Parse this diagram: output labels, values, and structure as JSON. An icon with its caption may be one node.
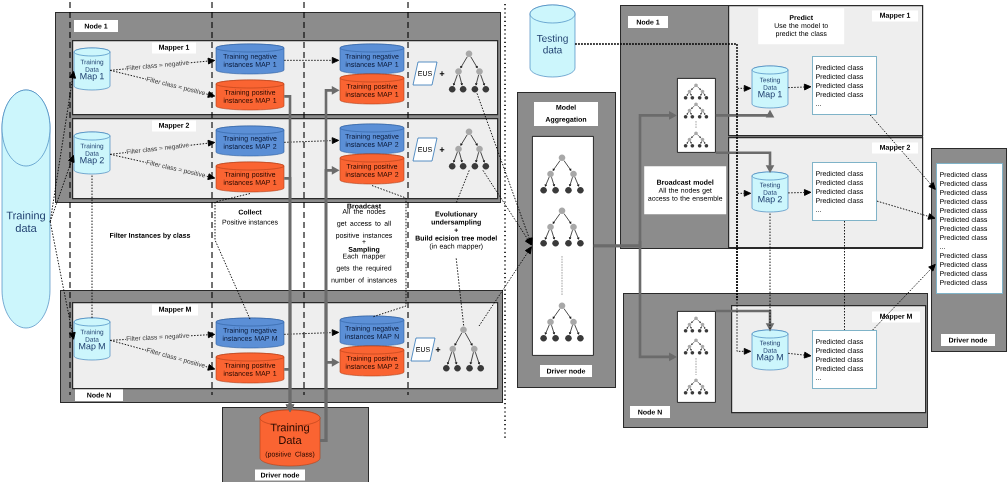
{
  "diagram": {
    "nodes": [
      {
        "text": [
          "Training data"
        ]
      },
      {
        "text": [
          "Node 1"
        ]
      },
      {
        "text": [
          "Mapper 1"
        ],
        "in": 1
      },
      {
        "text": [
          "Training Data",
          "Map 1"
        ],
        "in": 2
      },
      {
        "text": [
          "Training negative instances MAP 1"
        ],
        "in": 2
      },
      {
        "text": [
          "Training positive instances MAP 1"
        ],
        "in": 2
      },
      {
        "text": [
          "Training negative instances MAP 1"
        ],
        "in": 2
      },
      {
        "text": [
          "Training positive instances MAP 1"
        ],
        "in": 2
      },
      {
        "text": [
          "EUS"
        ],
        "in": 2
      },
      {
        "text": [],
        "shape": "tree",
        "in": 2
      },
      {
        "text": [
          "Mapper 2"
        ],
        "in": 1
      },
      {
        "text": [
          "Training Data",
          "Map 2"
        ],
        "in": 10
      },
      {
        "text": [
          "Training negative instances MAP 2"
        ],
        "in": 10
      },
      {
        "text": [
          "Training positive instances MAP 1"
        ],
        "in": 10
      },
      {
        "text": [
          "Training negative instances MAP 2"
        ],
        "in": 10
      },
      {
        "text": [
          "Training positive instances MAP 2"
        ],
        "in": 10
      },
      {
        "text": [
          "EUS"
        ],
        "in": 10
      },
      {
        "text": [],
        "shape": "tree",
        "in": 10
      },
      {
        "text": [
          "Node N"
        ]
      },
      {
        "text": [
          "Mapper M"
        ],
        "in": 18
      },
      {
        "text": [
          "Training Data",
          "Map M"
        ],
        "in": 19
      },
      {
        "text": [
          "Training negative instances MAP M"
        ],
        "in": 19
      },
      {
        "text": [
          "Training positive instances MAP 1"
        ],
        "in": 19
      },
      {
        "text": [
          "Training negative instances MAP N"
        ],
        "in": 19
      },
      {
        "text": [
          "Training positive instances MAP 2"
        ],
        "in": 19
      },
      {
        "text": [
          "EUS"
        ],
        "in": 19
      },
      {
        "text": [],
        "shape": "tree",
        "in": 19
      },
      {
        "text": [
          "Driver node"
        ]
      },
      {
        "text": [
          "Training Data",
          "(positive Class)"
        ],
        "in": 27
      },
      {
        "text": [
          "Evolutionary undersampling",
          "+",
          "Build ecision tree model",
          "(in each mapper)"
        ]
      },
      {
        "text": [
          "Testing data"
        ]
      },
      {
        "text": [
          "Model Aggregation",
          "Driver node"
        ]
      },
      {
        "text": [],
        "shape": "box",
        "in": 31
      },
      {
        "text": [
          "Node 1"
        ]
      },
      {
        "text": [
          "Mapper 1"
        ],
        "in": 33
      },
      {
        "text": [
          "Predict",
          "Use the model to predict the class"
        ],
        "in": 34
      },
      {
        "text": [],
        "shape": "box",
        "in": 33
      },
      {
        "text": [
          "Broadcast model",
          "All the nodes get access to the ensemble"
        ],
        "in": 33
      },
      {
        "text": [
          "Testing Data",
          "Map 1"
        ],
        "in": 34
      },
      {
        "text": [
          "Predicted class",
          "Predicted class",
          "Predicted class",
          "Predicted class",
          "..."
        ],
        "in": 34
      },
      {
        "text": [
          "Mapper 2"
        ],
        "in": 33
      },
      {
        "text": [
          "Testing Data",
          "Map 2"
        ],
        "in": 40
      },
      {
        "text": [
          "Predicted class",
          "Predicted class",
          "Predicted class",
          "Predicted class",
          "..."
        ],
        "in": 40
      },
      {
        "text": [
          "Node N"
        ]
      },
      {
        "text": [],
        "shape": "box",
        "in": 43
      },
      {
        "text": [
          "Mapper M"
        ],
        "in": 43
      },
      {
        "text": [
          "Testing Data",
          "Map M"
        ],
        "in": 45
      },
      {
        "text": [
          "Predicted class",
          "Predicted class",
          "Predicted class",
          "Predicted class",
          "..."
        ],
        "in": 45
      },
      {
        "text": [
          "Driver node"
        ]
      },
      {
        "text": [
          "Predicted class",
          "Predicted class",
          "Predicted class",
          "Predicted class",
          "Predicted class",
          "Predicted class",
          "Predicted class",
          "Predicted class",
          "...",
          "Predicted class",
          "Predicted class",
          "Predicted class",
          "Predicted class"
        ],
        "in": 48
      }
    ],
    "edges": [
      {
        "from": 0,
        "to": 3,
        "arrow": "to",
        "style": "dashed"
      },
      {
        "from": 0,
        "to": 11,
        "arrow": "to",
        "style": "dashed"
      },
      {
        "from": 0,
        "to": 20,
        "arrow": "to",
        "style": "dashed"
      },
      {
        "from": 3,
        "to": 4,
        "arrow": "to",
        "style": "dashed",
        "label": "Filter class = negative"
      },
      {
        "from": 3,
        "to": 5,
        "arrow": "to",
        "style": "dashed",
        "label": "Filter class = positive"
      },
      {
        "from": 11,
        "to": 12,
        "arrow": "to",
        "style": "dashed",
        "label": "Filter class = negative"
      },
      {
        "from": 11,
        "to": 13,
        "arrow": "to",
        "style": "dashed",
        "label": "Filter class = positive"
      },
      {
        "from": 20,
        "to": 21,
        "arrow": "to",
        "style": "dashed",
        "label": "Filter class = negative"
      },
      {
        "from": 20,
        "to": 22,
        "arrow": "to",
        "style": "dashed",
        "label": "Filter class = positive"
      },
      {
        "from": 4,
        "to": 6,
        "arrow": "to",
        "style": "dashed"
      },
      {
        "from": 12,
        "to": 14,
        "arrow": "to",
        "style": "dashed"
      },
      {
        "from": 21,
        "to": 23,
        "arrow": "to",
        "style": "dashed"
      },
      {
        "from": 5,
        "to": 28,
        "arrow": "to",
        "style": "thick",
        "color": "#6b6b6b"
      },
      {
        "from": 13,
        "to": 28,
        "arrow": "to",
        "style": "thick",
        "color": "#6b6b6b"
      },
      {
        "from": 22,
        "to": 28,
        "arrow": "to",
        "style": "thick",
        "color": "#6b6b6b"
      },
      {
        "from": 28,
        "to": 7,
        "arrow": "to",
        "style": "thick",
        "color": "#6b6b6b"
      },
      {
        "from": 28,
        "to": 15,
        "arrow": "to",
        "style": "thick",
        "color": "#6b6b6b"
      },
      {
        "from": 28,
        "to": 24,
        "arrow": "to",
        "style": "thick",
        "color": "#6b6b6b"
      },
      {
        "from": 9,
        "to": 32,
        "arrow": "to",
        "style": "dashed"
      },
      {
        "from": 17,
        "to": 32,
        "arrow": "to",
        "style": "dashed"
      },
      {
        "from": 26,
        "to": 32,
        "arrow": "to",
        "style": "dashed"
      },
      {
        "from": 32,
        "to": 36,
        "arrow": "to",
        "style": "thick",
        "color": "#6b6b6b"
      },
      {
        "from": 32,
        "to": 44,
        "arrow": "to",
        "style": "thick",
        "color": "#6b6b6b"
      },
      {
        "from": 36,
        "to": 38,
        "arrow": "to",
        "style": "thick",
        "color": "#6b6b6b"
      },
      {
        "from": 36,
        "to": 41,
        "arrow": "to",
        "style": "thick",
        "color": "#6b6b6b"
      },
      {
        "from": 44,
        "to": 46,
        "arrow": "to",
        "style": "thick",
        "color": "#6b6b6b"
      },
      {
        "from": 30,
        "to": 38,
        "arrow": "to",
        "style": "dashed"
      },
      {
        "from": 30,
        "to": 41,
        "arrow": "to",
        "style": "dashed"
      },
      {
        "from": 30,
        "to": 46,
        "arrow": "to",
        "style": "dashed"
      },
      {
        "from": 38,
        "to": 39,
        "arrow": "to",
        "style": "dashed"
      },
      {
        "from": 41,
        "to": 42,
        "arrow": "to",
        "style": "dashed"
      },
      {
        "from": 46,
        "to": 47,
        "arrow": "to",
        "style": "dashed"
      },
      {
        "from": 39,
        "to": 49,
        "arrow": "to",
        "style": "dashed"
      },
      {
        "from": 42,
        "to": 49,
        "arrow": "to",
        "style": "dashed"
      },
      {
        "from": 47,
        "to": 49,
        "arrow": "to",
        "style": "dashed"
      },
      {
        "from": 11,
        "to": 20,
        "arrow": "none",
        "style": "dashed"
      },
      {
        "from": 13,
        "to": 21,
        "arrow": "none",
        "style": "dashed"
      },
      {
        "from": 15,
        "to": 23,
        "arrow": "none",
        "style": "dashed"
      },
      {
        "from": 17,
        "to": 29,
        "arrow": "none",
        "style": "dashed"
      },
      {
        "from": 29,
        "to": 26,
        "arrow": "none",
        "style": "dashed"
      },
      {
        "from": 41,
        "to": 46,
        "arrow": "none",
        "style": "dashed"
      },
      {
        "from": 42,
        "to": 47,
        "arrow": "none",
        "style": "dashed"
      }
    ],
    "labels": [
      "+",
      "+",
      "Collect",
      "Positive instances",
      "Filter Instances by class",
      "Broadcast",
      "All the nodes get access to all positive instances",
      "+",
      "Sampling",
      "Each mapper gets the required number of instances",
      "+"
    ]
  }
}
